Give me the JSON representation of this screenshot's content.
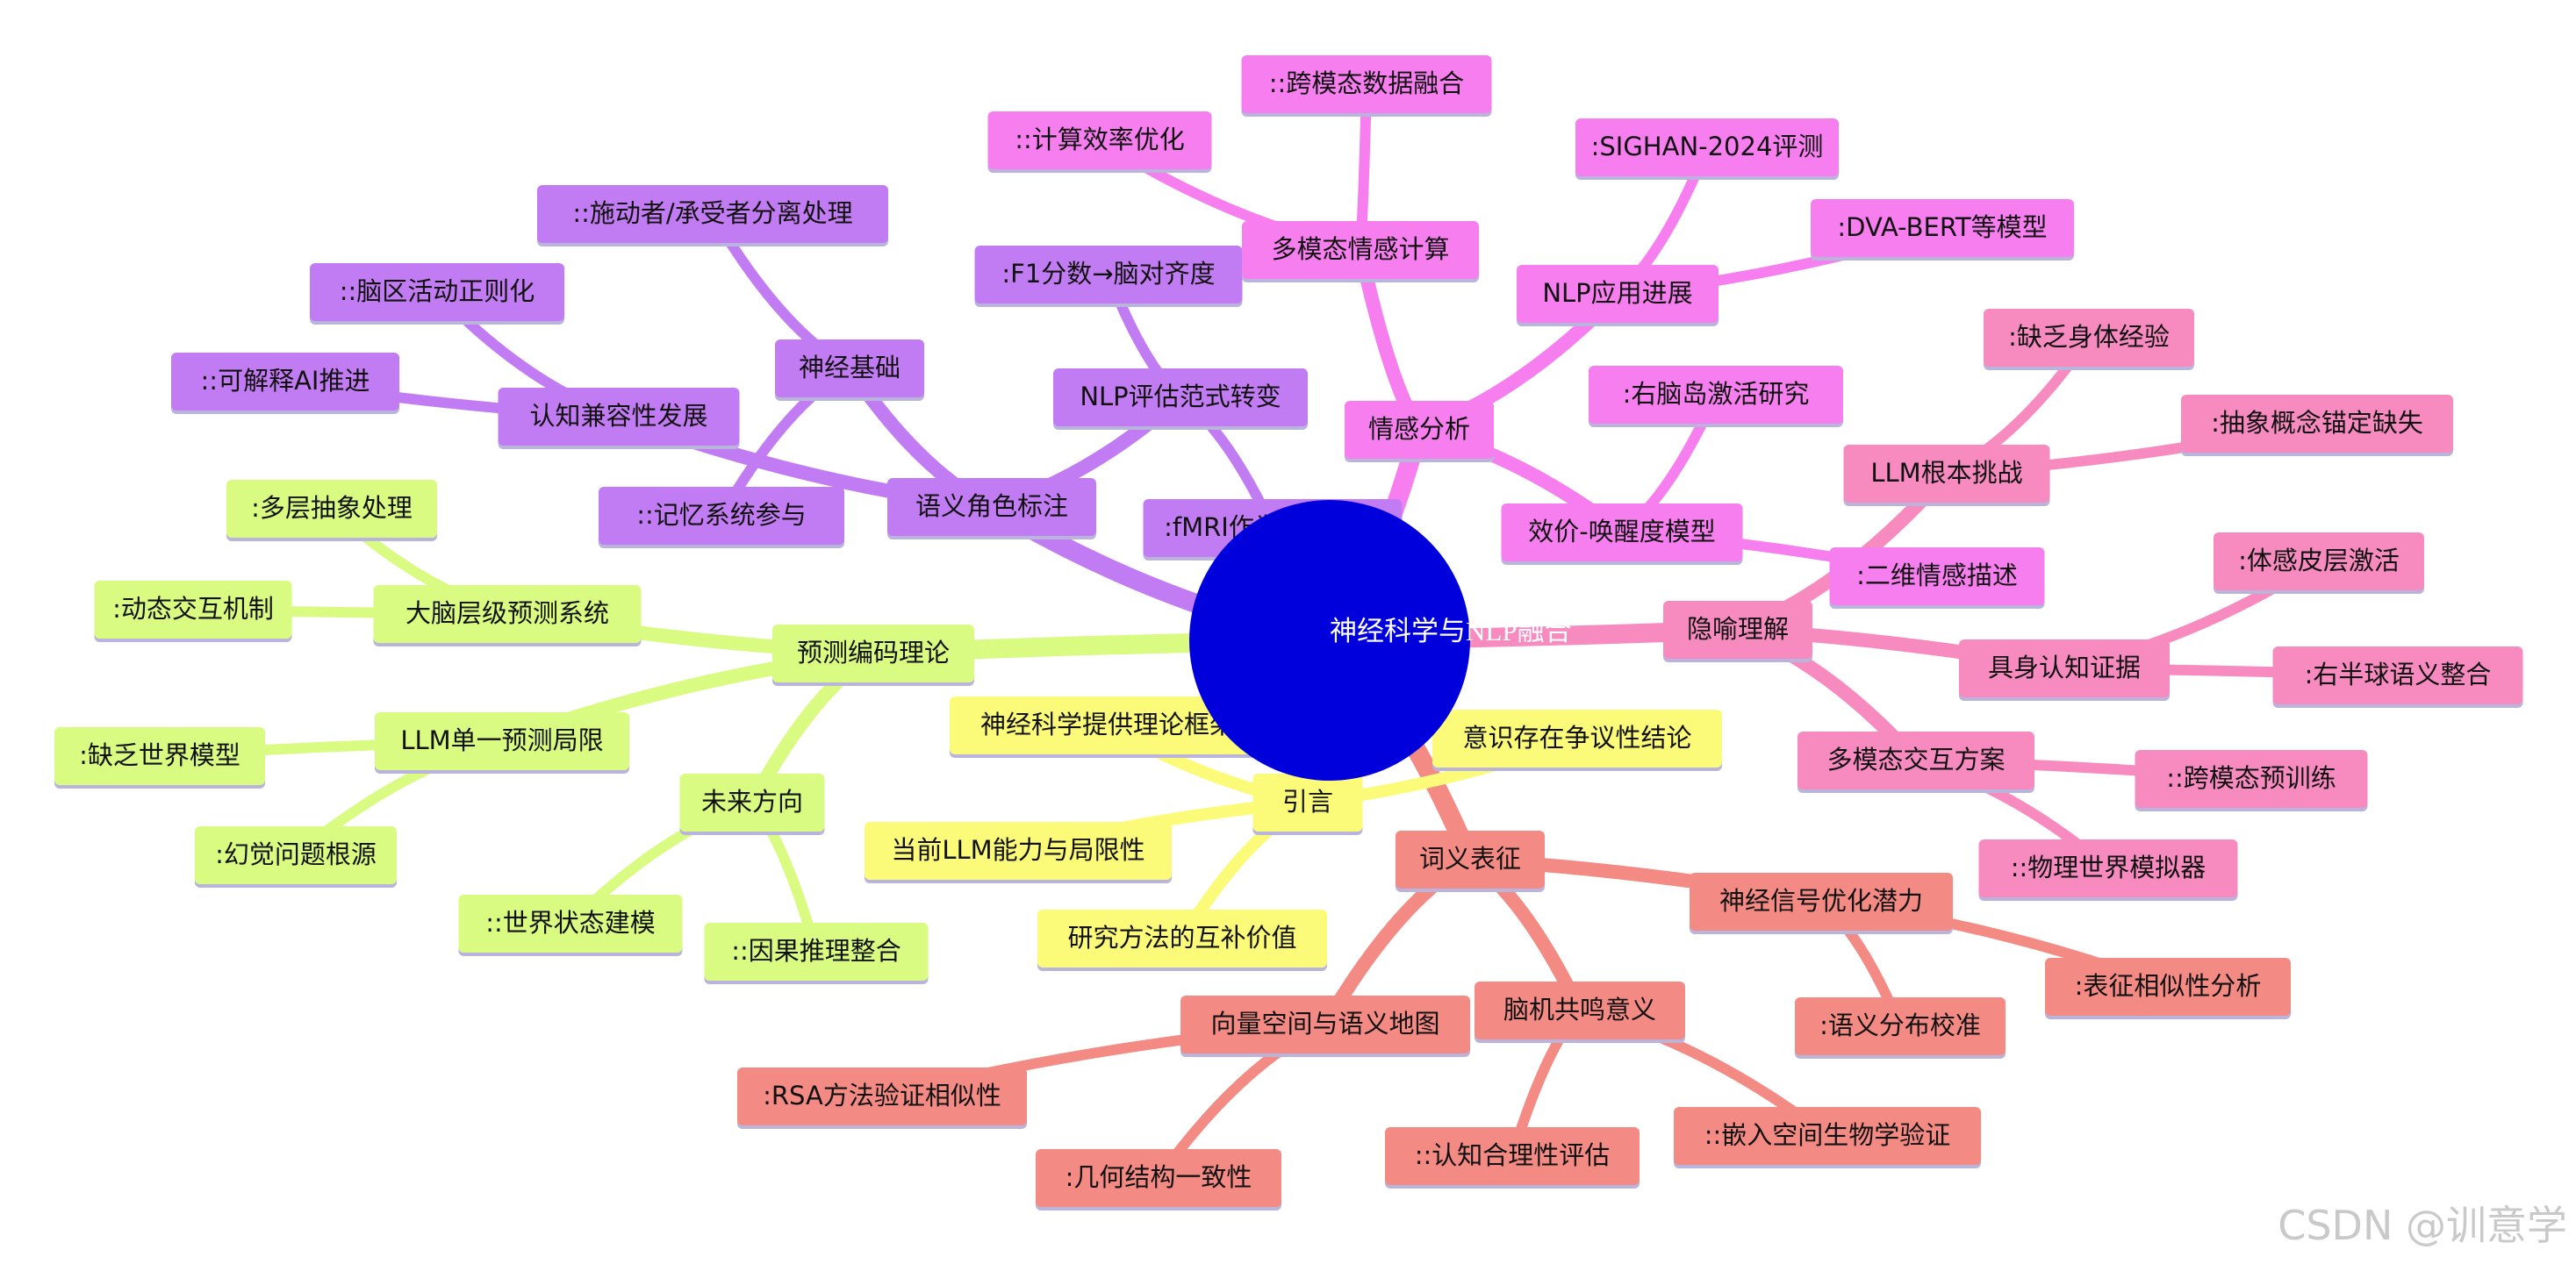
{
  "root": {
    "label": "神经科学与NLP融合"
  },
  "colors": {
    "root": "#0000dd",
    "purple": "#c27cf3",
    "pink": "#f77eef",
    "rose": "#f78bbf",
    "salmon": "#f48a84",
    "yellow": "#fbfb79",
    "lime": "#d9fb82"
  },
  "branches": [
    {
      "key": "p1",
      "label": "语义角色标注",
      "color": "purple"
    },
    {
      "key": "p2",
      "label": "神经基础",
      "color": "purple"
    },
    {
      "key": "p3",
      "label": "::施动者/承受者分离处理",
      "color": "purple"
    },
    {
      "key": "p4",
      "label": "::记忆系统参与",
      "color": "purple"
    },
    {
      "key": "p5",
      "label": "认知兼容性发展",
      "color": "purple"
    },
    {
      "key": "p6",
      "label": "::脑区活动正则化",
      "color": "purple"
    },
    {
      "key": "p7",
      "label": "::可解释AI推进",
      "color": "purple"
    },
    {
      "key": "p8",
      "label": "NLP评估范式转变",
      "color": "purple"
    },
    {
      "key": "p9",
      "label": ":F1分数→脑对齐度",
      "color": "purple"
    },
    {
      "key": "p10",
      "label": ":fMRI作为验证基准",
      "color": "purple"
    },
    {
      "key": "k1",
      "label": "情感分析",
      "color": "pink"
    },
    {
      "key": "k2",
      "label": "多模态情感计算",
      "color": "pink"
    },
    {
      "key": "k3",
      "label": "::计算效率优化",
      "color": "pink"
    },
    {
      "key": "k4",
      "label": "::跨模态数据融合",
      "color": "pink"
    },
    {
      "key": "k5",
      "label": "NLP应用进展",
      "color": "pink"
    },
    {
      "key": "k6",
      "label": ":SIGHAN-2024评测",
      "color": "pink"
    },
    {
      "key": "k7",
      "label": ":DVA-BERT等模型",
      "color": "pink"
    },
    {
      "key": "k8",
      "label": "效价-唤醒度模型",
      "color": "pink"
    },
    {
      "key": "k9",
      "label": ":右脑岛激活研究",
      "color": "pink"
    },
    {
      "key": "k10",
      "label": ":二维情感描述",
      "color": "pink"
    },
    {
      "key": "r1",
      "label": "隐喻理解",
      "color": "rose"
    },
    {
      "key": "r2",
      "label": "LLM根本挑战",
      "color": "rose"
    },
    {
      "key": "r3",
      "label": ":缺乏身体经验",
      "color": "rose"
    },
    {
      "key": "r4",
      "label": ":抽象概念锚定缺失",
      "color": "rose"
    },
    {
      "key": "r5",
      "label": "具身认知证据",
      "color": "rose"
    },
    {
      "key": "r6",
      "label": ":体感皮层激活",
      "color": "rose"
    },
    {
      "key": "r7",
      "label": ":右半球语义整合",
      "color": "rose"
    },
    {
      "key": "r8",
      "label": "多模态交互方案",
      "color": "rose"
    },
    {
      "key": "r9",
      "label": "::跨模态预训练",
      "color": "rose"
    },
    {
      "key": "r10",
      "label": "::物理世界模拟器",
      "color": "rose"
    },
    {
      "key": "s1",
      "label": "词义表征",
      "color": "salmon"
    },
    {
      "key": "s2",
      "label": "神经信号优化潜力",
      "color": "salmon"
    },
    {
      "key": "s3",
      "label": ":语义分布校准",
      "color": "salmon"
    },
    {
      "key": "s4",
      "label": ":表征相似性分析",
      "color": "salmon"
    },
    {
      "key": "s5",
      "label": "脑机共鸣意义",
      "color": "salmon"
    },
    {
      "key": "s6",
      "label": "::认知合理性评估",
      "color": "salmon"
    },
    {
      "key": "s7",
      "label": "::嵌入空间生物学验证",
      "color": "salmon"
    },
    {
      "key": "s8",
      "label": "向量空间与语义地图",
      "color": "salmon"
    },
    {
      "key": "s9",
      "label": ":RSA方法验证相似性",
      "color": "salmon"
    },
    {
      "key": "s10",
      "label": ":几何结构一致性",
      "color": "salmon"
    },
    {
      "key": "y1",
      "label": "引言",
      "color": "yellow"
    },
    {
      "key": "y2",
      "label": "神经科学提供理论框架",
      "color": "yellow"
    },
    {
      "key": "y3",
      "label": "意识存在争议性结论",
      "color": "yellow"
    },
    {
      "key": "y4",
      "label": "当前LLM能力与局限性",
      "color": "yellow"
    },
    {
      "key": "y5",
      "label": "研究方法的互补价值",
      "color": "yellow"
    },
    {
      "key": "g1",
      "label": "预测编码理论",
      "color": "lime"
    },
    {
      "key": "g2",
      "label": "大脑层级预测系统",
      "color": "lime"
    },
    {
      "key": "g3",
      "label": ":多层抽象处理",
      "color": "lime"
    },
    {
      "key": "g4",
      "label": ":动态交互机制",
      "color": "lime"
    },
    {
      "key": "g5",
      "label": "LLM单一预测局限",
      "color": "lime"
    },
    {
      "key": "g6",
      "label": ":缺乏世界模型",
      "color": "lime"
    },
    {
      "key": "g7",
      "label": ":幻觉问题根源",
      "color": "lime"
    },
    {
      "key": "g8",
      "label": "未来方向",
      "color": "lime"
    },
    {
      "key": "g9",
      "label": "::世界状态建模",
      "color": "lime"
    },
    {
      "key": "g10",
      "label": "::因果推理整合",
      "color": "lime"
    }
  ],
  "watermark": "CSDN @训意学"
}
